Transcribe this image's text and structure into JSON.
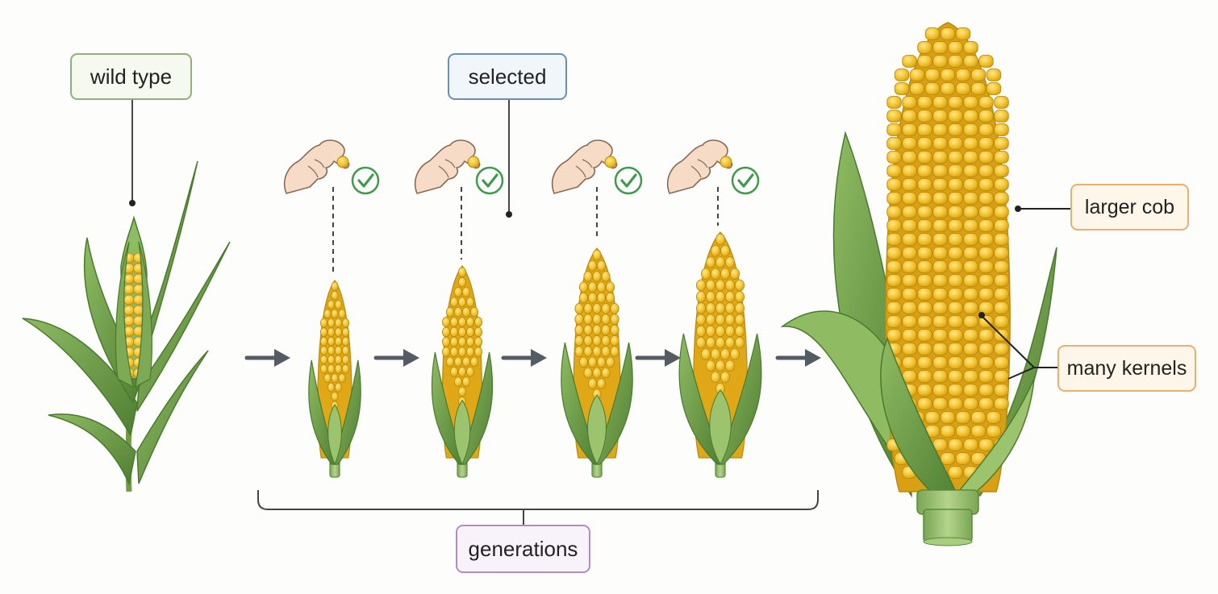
{
  "labels": {
    "wild_type": "wild type",
    "selected": "selected",
    "larger_cob": "larger cob",
    "many_kernels": "many kernels",
    "generations": "generations"
  },
  "colors": {
    "kernel": "#f2c22e",
    "kernel_outline": "#b98a10",
    "husk": "#8fb865",
    "husk_dark": "#5b8a3a",
    "arrow": "#555b63",
    "check": "#3f9a4c",
    "skin": "#f5dcc4"
  },
  "icons": [
    "hand-pinch-icon",
    "check-circle-icon",
    "arrow-right-icon",
    "corn-cob-icon",
    "wild-plant-icon"
  ]
}
